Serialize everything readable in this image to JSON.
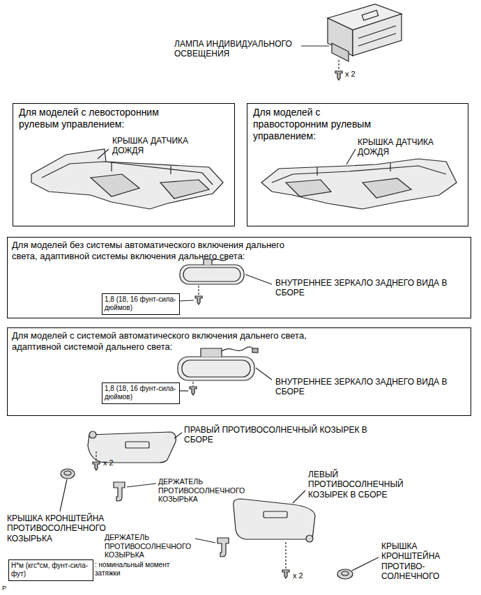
{
  "diagram": {
    "nodes": [
      {
        "text": [
          "Для моделей с левосторонним рулевым управлением:",
          "КРЫШКА ДАТЧИКА ДОЖДЯ"
        ]
      },
      {
        "text": [
          "Для моделей с правосторонним рулевым управлением:",
          "КРЫШКА ДАТЧИКА ДОЖДЯ"
        ]
      },
      {
        "text": [
          "Для моделей без системы автоматического включения дальнего света, адаптивной системы включения дальнего света:",
          "ВНУТРЕННЕЕ ЗЕРКАЛО ЗАДНЕГО ВИДА В СБОРЕ"
        ]
      },
      {
        "text": [
          "1,8 (18, 16 фунт-сила-дюймов)"
        ],
        "in": 2
      },
      {
        "text": [
          "Для моделей с системой автоматического включения дальнего света, адаптивной системой дальнего света:",
          "ВНУТРЕННЕЕ ЗЕРКАЛО ЗАДНЕГО ВИДА В СБОРЕ"
        ]
      },
      {
        "text": [
          "1,8 (18, 16 фунт-сила-дюймов)"
        ],
        "in": 4
      },
      {
        "text": [
          "Н*м (кгс*см, фунт-сила-фут)"
        ]
      }
    ],
    "labels": [
      "ЛАМПА ИНДИВИДУАЛЬНОГО ОСВЕЩЕНИЯ",
      "x 2",
      "ПРАВЫЙ ПРОТИВОСОЛНЕЧНЫЙ КОЗЫРЕК В СБОРЕ",
      "x 2",
      "ДЕРЖАТЕЛЬ ПРОТИВОСОЛНЕЧНОГО КОЗЫРЬКА",
      "КРЫШКА КРОНШТЕЙНА ПРОТИВОСОЛНЕЧНОГО КОЗЫРЬКА",
      "ЛЕВЫЙ ПРОТИВОСОЛНЕЧНЫЙ КОЗЫРЕК В СБОРЕ",
      "ДЕРЖАТЕЛЬ ПРОТИВОСОЛНЕЧНОГО КОЗЫРЬКА",
      "x 2",
      "КРЫШКА КРОНШТЕЙНА ПРОТИВО-СОЛНЕЧНОГО",
      ": номинальный момент затяжки",
      "P"
    ]
  }
}
